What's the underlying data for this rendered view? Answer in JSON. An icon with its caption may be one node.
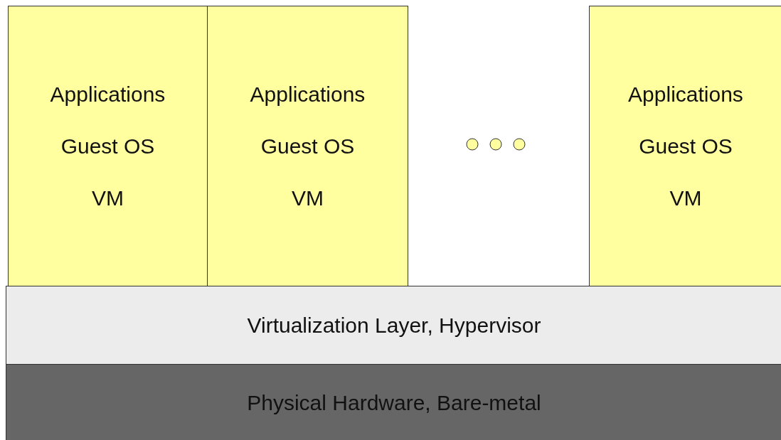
{
  "diagram": {
    "nodes": [
      {
        "text": [
          "Applications",
          "Guest OS",
          "VM"
        ]
      },
      {
        "text": [
          "Applications",
          "Guest OS",
          "VM"
        ]
      },
      {
        "text": [
          "Applications",
          "Guest OS",
          "VM"
        ]
      },
      {
        "text": [
          "Virtualization Layer, Hypervisor"
        ]
      },
      {
        "text": [
          "Physical Hardware, Bare-metal"
        ]
      }
    ]
  }
}
